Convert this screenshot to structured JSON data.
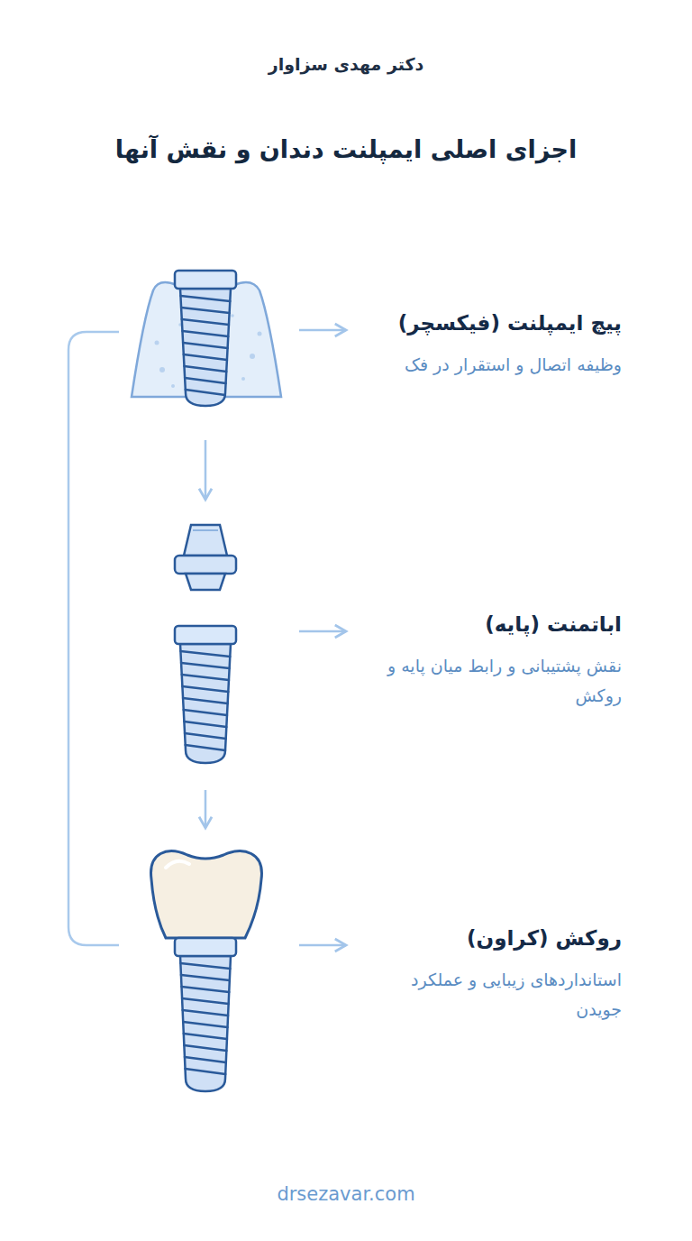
{
  "diagram": {
    "title": "اجزای اصلی ایمپلنت دندان و نقش آنها",
    "nodes": [
      {
        "text": [
          "پیچ ایمپلنت (فیکسچر)",
          "وظیفه اتصال و استقرار در فک"
        ]
      },
      {
        "text": [
          "اباتمنت (پایه)",
          "نقش پشتیبانی و رابط میان پایه و روکش"
        ]
      },
      {
        "text": [
          "روکش (کراون)",
          "استانداردهای زیبایی و عملکرد جویدن"
        ]
      }
    ],
    "labels": [
      "دکتر مهدی سزاوار",
      "drsezavar.com"
    ]
  }
}
